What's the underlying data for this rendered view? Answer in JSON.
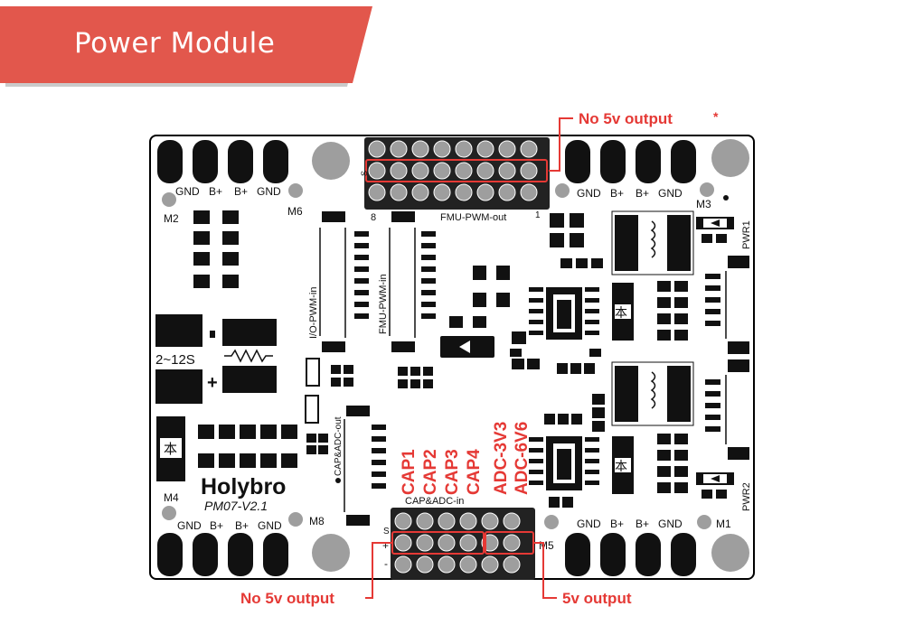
{
  "title": "Power Module",
  "colors": {
    "accent": "#e2574c",
    "annotation": "#e53935",
    "board_outline": "#000000",
    "pad": "#111111"
  },
  "annotations": {
    "top_no5v": "No 5v output",
    "top_star": "*",
    "bottom_no5v": "No 5v output",
    "bottom_5v": "5v output",
    "cap1": "CAP1",
    "cap2": "CAP2",
    "cap3": "CAP3",
    "cap4": "CAP4",
    "adc_3v3": "ADC-3V3",
    "adc_6v6": "ADC-6V6"
  },
  "silkscreen": {
    "gnd": "GND",
    "bplus": "B+",
    "m1": "M1",
    "m2": "M2",
    "m3": "M3",
    "m4": "M4",
    "m5": "M5",
    "m6": "M6",
    "m8": "M8",
    "fmu_pwm_out": "FMU-PWM-out",
    "io_pwm_in": "I/O-PWM-in",
    "fmu_pwm_in": "FMU-PWM-in",
    "cap_adc_out": "CAP&ADC-out",
    "cap_adc_in": "CAP&ADC-in",
    "voltage": "2~12S",
    "brand": "Holybro",
    "model": "PM07-V2.1",
    "pwr1": "PWR1",
    "pwr2": "PWR2",
    "pin8": "8",
    "pin1": "1",
    "s_mark": "S",
    "plus_mark": "+",
    "minus_mark": "-"
  }
}
